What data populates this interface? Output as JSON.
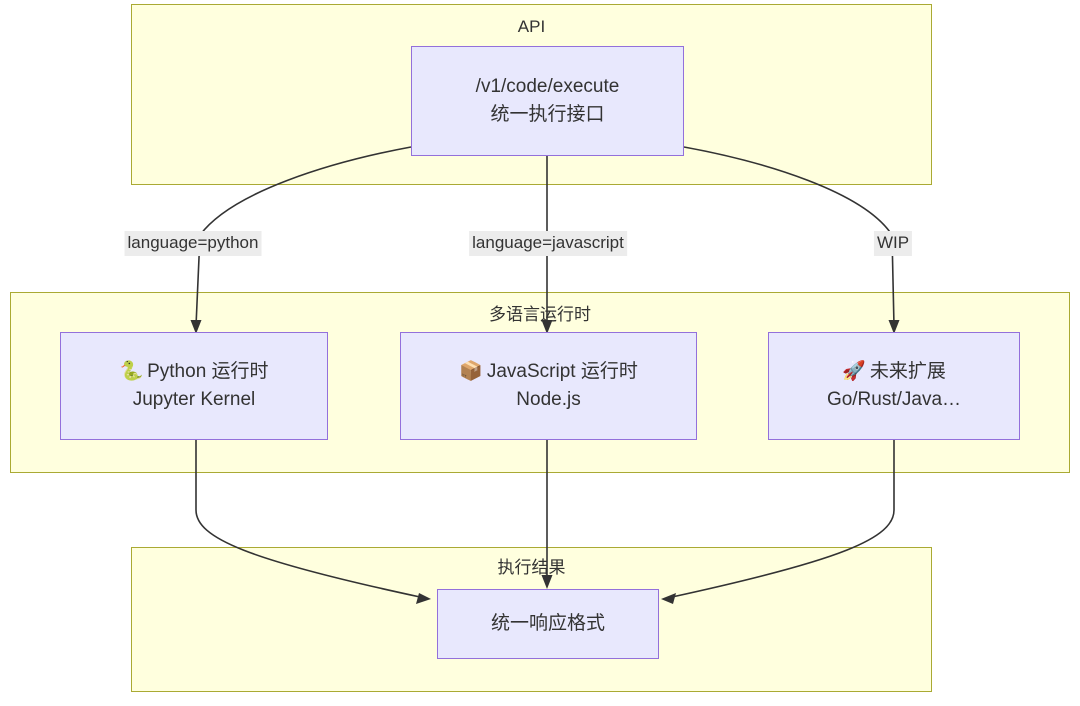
{
  "diagram": {
    "type": "flowchart",
    "direction": "top-down",
    "background": "#ffffff",
    "cluster_fill": "#ffffde",
    "cluster_stroke": "#aaaa33",
    "node_fill": "#e8e8fd",
    "node_stroke": "#9370db",
    "edge_stroke": "#333333",
    "edge_label_bg": "#ececec"
  },
  "clusters": [
    {
      "id": "api",
      "title": "API"
    },
    {
      "id": "runtimes",
      "title": "多语言运行时"
    },
    {
      "id": "results",
      "title": "执行结果"
    }
  ],
  "nodes": {
    "api_endpoint": {
      "icon": "",
      "icon_name": "none",
      "line1": "/v1/code/execute",
      "line2": "统一执行接口"
    },
    "python_runtime": {
      "icon": "🐍",
      "icon_name": "snake-icon",
      "line1": "Python 运行时",
      "line2": "Jupyter Kernel"
    },
    "javascript_runtime": {
      "icon": "📦",
      "icon_name": "package-icon",
      "line1": "JavaScript 运行时",
      "line2": "Node.js"
    },
    "future_runtime": {
      "icon": "🚀",
      "icon_name": "rocket-icon",
      "line1": "未来扩展",
      "line2": "Go/Rust/Java…"
    },
    "unified_response": {
      "icon": "",
      "icon_name": "none",
      "line1": "统一响应格式",
      "line2": ""
    }
  },
  "edge_labels": {
    "to_python": "language=python",
    "to_javascript": "language=javascript",
    "to_future": "WIP"
  }
}
